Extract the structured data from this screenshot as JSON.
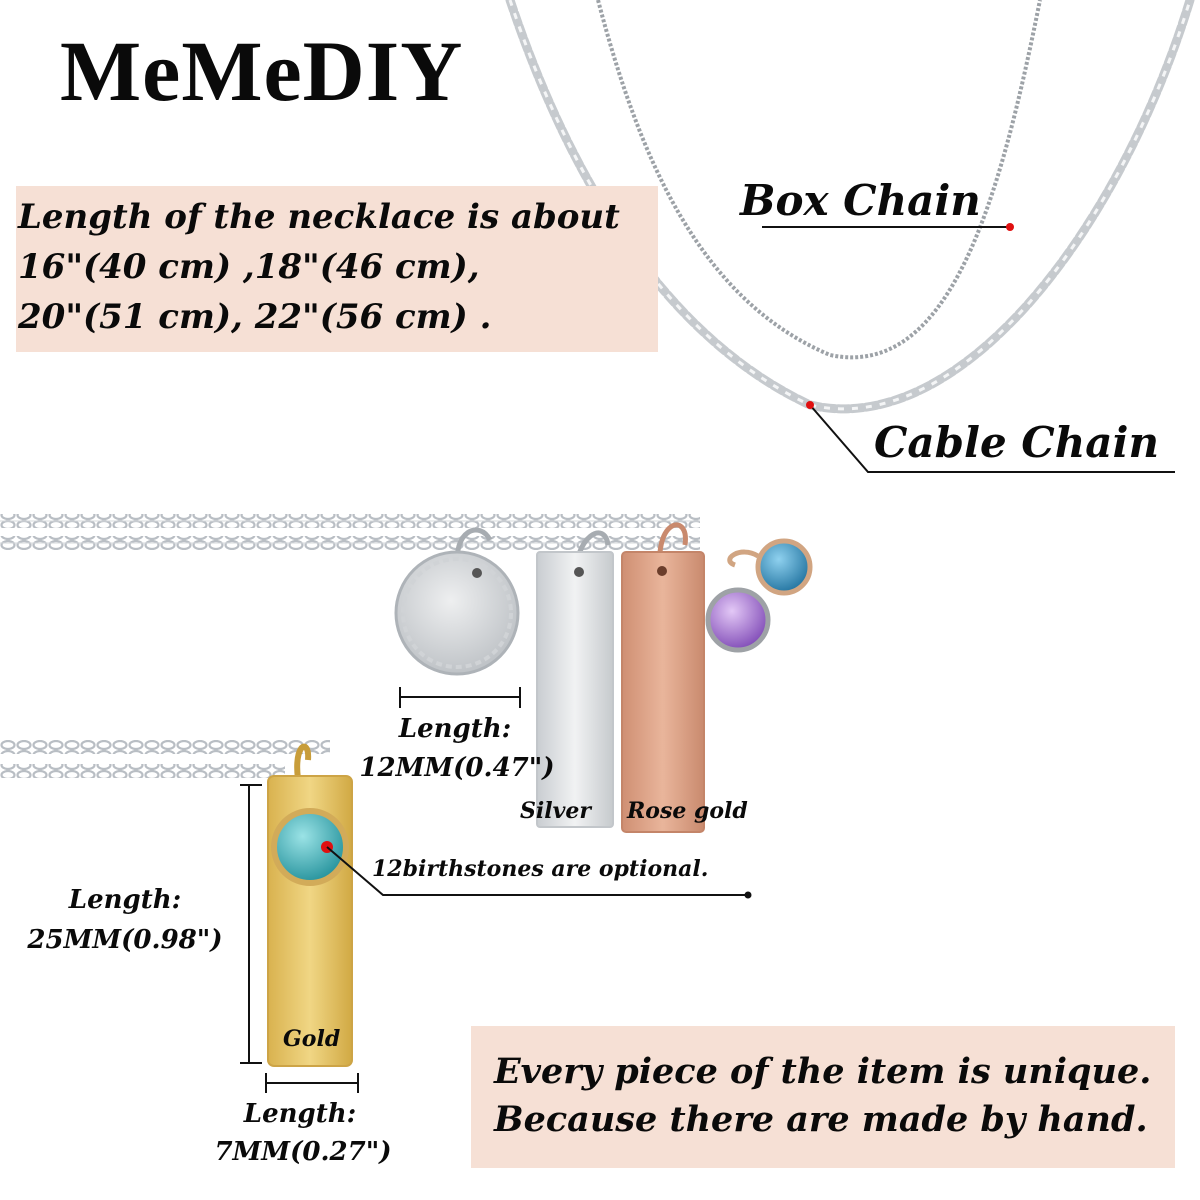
{
  "brand": {
    "name": "MeMeDIY"
  },
  "necklace_length": {
    "lines": [
      "Length of the necklace is about",
      " 16\"(40 cm) ,18\"(46 cm),",
      " 20\"(51 cm), 22\"(56 cm) ."
    ]
  },
  "chain_types": {
    "box": "Box Chain",
    "cable": "Cable Chain"
  },
  "charms": {
    "disc": {
      "dimension_label": "Length:",
      "dimension_value": "12MM(0.47\")"
    },
    "silver_bar": {
      "finish": "Silver"
    },
    "rose_bar": {
      "finish": "Rose gold"
    },
    "gold_bar": {
      "finish": "Gold",
      "height_label": "Length:",
      "height_value": "25MM(0.98\")",
      "width_label": "Length:",
      "width_value": "7MM(0.27\")"
    },
    "birthstone_note": "12birthstones are optional."
  },
  "handmade_note": {
    "lines": [
      "Every piece of the item is unique.",
      " Because there are made by hand."
    ]
  },
  "colors": {
    "panel_bg": "#f6e0d5",
    "marker_red": "#e01010",
    "silver": "#d9dcdf",
    "rose_gold": "#d9a084",
    "gold": "#e2c164",
    "stone_teal": "#2fb3bd",
    "stone_blue": "#2a8fc0",
    "stone_purple": "#a46ad6"
  }
}
